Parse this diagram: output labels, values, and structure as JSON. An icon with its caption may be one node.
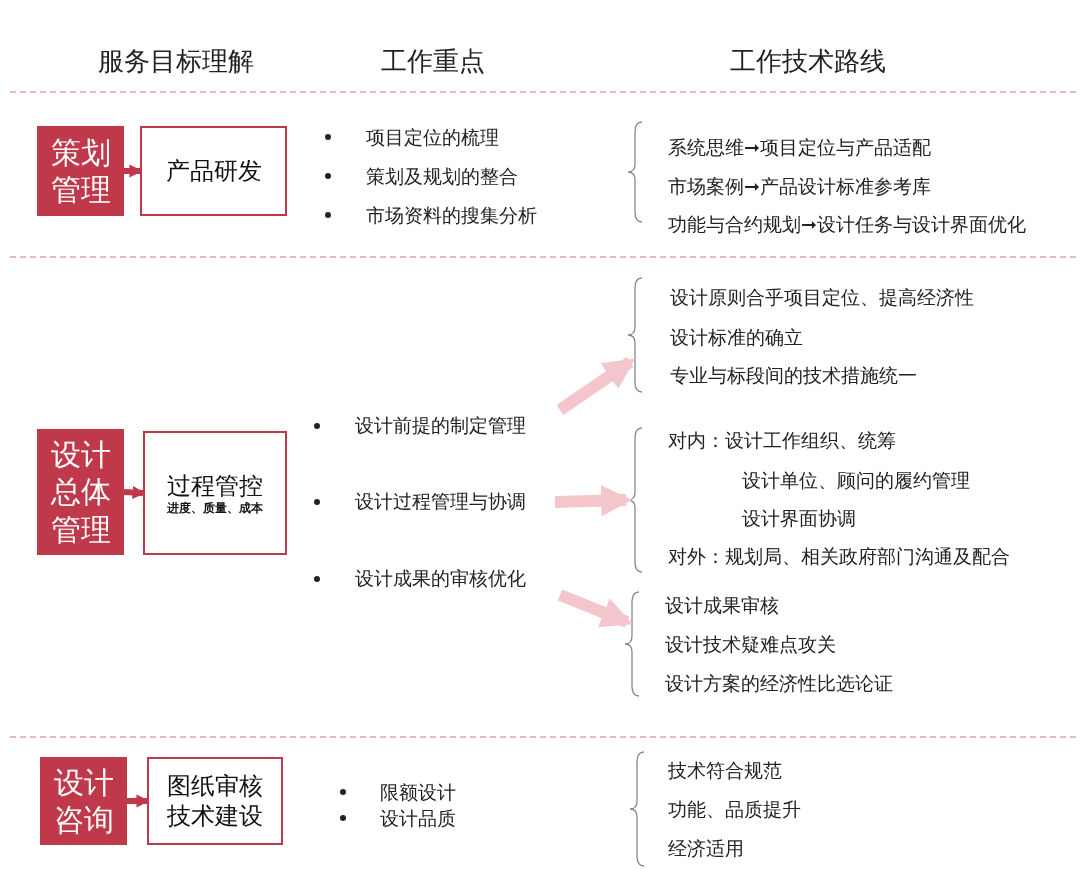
{
  "diagram": {
    "nodes": [
      {
        "text": [
          "策划管理"
        ]
      },
      {
        "text": [
          "产品研发"
        ]
      },
      {
        "text": [
          "设计总体管理"
        ]
      },
      {
        "text": [
          "过程管控",
          "进度、质量、成本"
        ]
      },
      {
        "text": [
          "设计咨询"
        ]
      },
      {
        "text": [
          "图纸审核技术建设"
        ]
      },
      {
        "text": [
          "设计前提的制定管理"
        ]
      },
      {
        "text": [
          "设计过程管理与协调"
        ]
      },
      {
        "text": [
          "设计成果的审核优化"
        ]
      },
      {
        "text": [
          "设计原则合乎项目定位、提高经济性",
          "设计标准的确立",
          "专业与标段间的技术措施统一"
        ]
      },
      {
        "text": [
          "对内：设计工作组织、统筹",
          "设计单位、顾问的履约管理",
          "设计界面协调",
          "对外：规划局、相关政府部门沟通及配合"
        ]
      },
      {
        "text": [
          "设计成果审核",
          "设计技术疑难点攻关",
          "设计方案的经济性比选论证"
        ]
      }
    ],
    "edges": [
      {
        "from": 0,
        "to": 1,
        "arrow": "to"
      },
      {
        "from": 2,
        "to": 3,
        "arrow": "to"
      },
      {
        "from": 4,
        "to": 5,
        "arrow": "to"
      },
      {
        "from": 6,
        "to": 9,
        "arrow": "to",
        "style": "thick",
        "color": "#f4c6cb"
      },
      {
        "from": 7,
        "to": 10,
        "arrow": "to",
        "style": "thick",
        "color": "#f4c6cb"
      },
      {
        "from": 8,
        "to": 11,
        "arrow": "to",
        "style": "thick",
        "color": "#f4c6cb"
      }
    ],
    "labels": [
      "服务目标理解",
      "工作重点",
      "工作技术路线",
      "项目定位的梳理",
      "策划及规划的整合",
      "市场资料的搜集分析",
      "系统思维➞项目定位与产品适配",
      "市场案例➞产品设计标准参考库",
      "功能与合约规划➞设计任务与设计界面优化",
      "限额设计",
      "设计品质",
      "技术符合规范",
      "功能、品质提升",
      "经济适用"
    ]
  }
}
